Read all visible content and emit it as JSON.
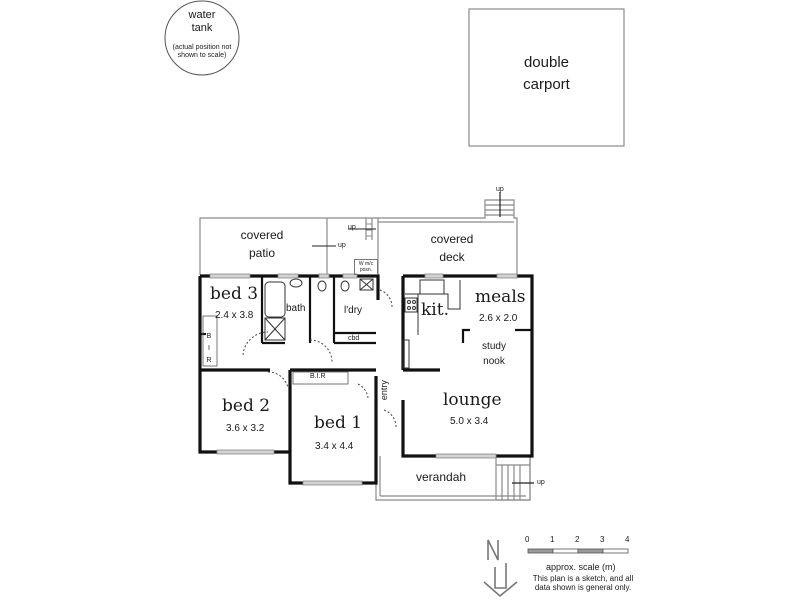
{
  "water_tank": {
    "line1": "water",
    "line2": "tank",
    "line3": "(actual position not",
    "line4": "shown to scale)"
  },
  "carport": {
    "line1": "double",
    "line2": "carport"
  },
  "outdoor": {
    "covered_patio": {
      "line1": "covered",
      "line2": "patio"
    },
    "covered_deck": {
      "line1": "covered",
      "line2": "deck"
    },
    "verandah": "verandah",
    "step_label": "up"
  },
  "rooms": {
    "bed3": {
      "name": "bed 3",
      "size": "2.4 x 3.8"
    },
    "bed2": {
      "name": "bed 2",
      "size": "3.6 x 3.2"
    },
    "bed1": {
      "name": "bed 1",
      "size": "3.4 x 4.4"
    },
    "bath": {
      "name": "bath"
    },
    "laundry": {
      "name": "l'dry"
    },
    "cbd": {
      "name": "cbd"
    },
    "kitchen": {
      "name": "kit."
    },
    "meals": {
      "name": "meals",
      "size": "2.6 x 2.0"
    },
    "study": {
      "line1": "study",
      "line2": "nook"
    },
    "lounge": {
      "name": "lounge",
      "size": "5.0 x 3.4"
    },
    "entry": {
      "name": "entry"
    },
    "bir": {
      "vertical": [
        "B",
        "I",
        "R"
      ],
      "horizontal": "B.I.R"
    },
    "wm": {
      "line1": "W m/c",
      "line2": "posn."
    }
  },
  "legend": {
    "north": "N",
    "scale_ticks": [
      "0",
      "1",
      "2",
      "3",
      "4"
    ],
    "scale_caption": "approx. scale (m)",
    "disclaimer_line1": "This plan is a sketch, and all",
    "disclaimer_line2": "data shown is general only."
  },
  "colors": {
    "wall": "#111111",
    "outline": "#8a8a8a",
    "window": "#bdbdbd",
    "scale_dark": "#9a9a9a"
  }
}
